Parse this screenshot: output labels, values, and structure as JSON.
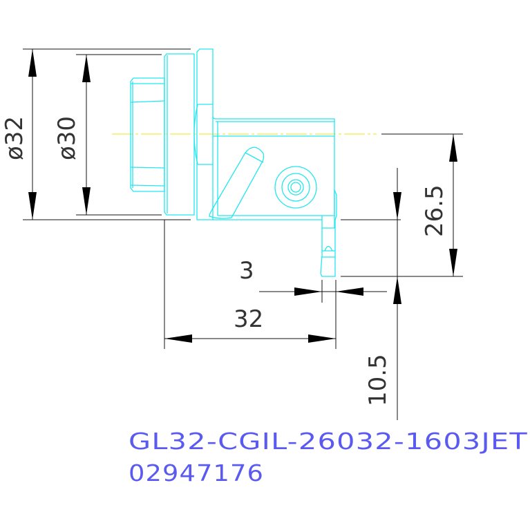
{
  "dimensions": {
    "dia_32": "ø32",
    "dia_30": "ø30",
    "height_26_5": "26.5",
    "height_10_5": "10.5",
    "width_3": "3",
    "length_32": "32"
  },
  "part_number": "GL32-CGIL-26032-1603JET",
  "article_number": "02947176",
  "colors": {
    "geometry": "#22e6f0",
    "centerline": "#f0f040",
    "dimension": "#111111",
    "label": "#5a5af0"
  }
}
